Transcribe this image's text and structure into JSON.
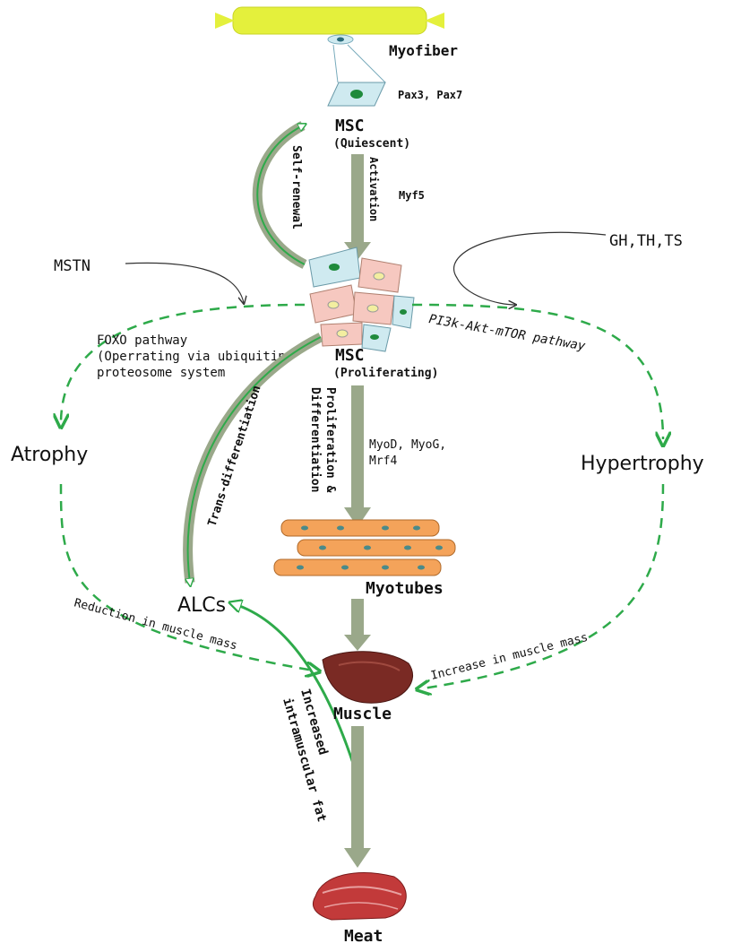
{
  "labels": {
    "myofiber": "Myofiber",
    "pax": "Pax3, Pax7",
    "msc_q_1": "MSC",
    "msc_q_2": "(Quiescent)",
    "activation": "Activation",
    "myf5": "Myf5",
    "self_renewal": "Self-renewal",
    "gh": "GH,TH,TS",
    "mstn": "MSTN",
    "foxo_1": "FOXO pathway",
    "foxo_2": "(Operrating via ubiquitin",
    "foxo_3": "proteosome system",
    "pi3k": "PI3k-Akt-mTOR pathway",
    "msc_p_1": "MSC",
    "msc_p_2": "(Proliferating)",
    "trans_diff": "Trans-differentiation",
    "prolif_1": "Proliferation &",
    "prolif_2": "Differentiation",
    "myod_1": "MyoD, MyoG,",
    "myod_2": "Mrf4",
    "atrophy": "Atrophy",
    "hypertrophy": "Hypertrophy",
    "myotubes": "Myotubes",
    "alcs": "ALCs",
    "reduction": "Reduction in muscle mass",
    "increase": "Increase in muscle mass",
    "muscle": "Muscle",
    "fat_1": "Increased",
    "fat_2": "intramuscular fat",
    "meat": "Meat"
  },
  "colors": {
    "fiber": "#e4f03c",
    "gray_arrow": "#9aa88a",
    "green": "#2eaa4a",
    "myotube": "#f4a35a",
    "muscle": "#7a2a24",
    "meat": "#c23a3a",
    "cell_blue": "#cfeaf0",
    "cell_pink": "#f6c8c0",
    "nucleus_green": "#1f8a3c",
    "nucleus_yellow": "#f3eea0"
  }
}
